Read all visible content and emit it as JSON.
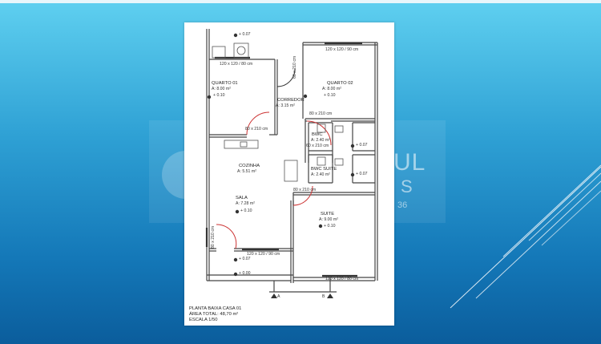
{
  "watermark": {
    "line1": "SUL",
    "line2": "S",
    "line3": "36"
  },
  "plan": {
    "rooms": {
      "quarto01": {
        "name": "QUARTO 01",
        "area": "A: 8.00 m²",
        "level": "+ 0.10"
      },
      "quarto02": {
        "name": "QUARTO 02",
        "area": "A: 8.00 m²",
        "level": "+ 0.10"
      },
      "corredor": {
        "name": "CORREDOR",
        "area": "A: 3.15 m²"
      },
      "bwc": {
        "name": "BWC",
        "area": "A: 2.40 m²",
        "level": "+ 0.07"
      },
      "bwcsuite": {
        "name": "BWC SUITE",
        "area": "A: 2.40 m²",
        "level": "+ 0.07"
      },
      "cozinha": {
        "name": "COZINHA",
        "area": "A: 5.51 m²"
      },
      "sala": {
        "name": "SALA",
        "area": "A: 7.28 m²",
        "level": "+ 0.10"
      },
      "suite": {
        "name": "SUITE",
        "area": "A: 9.00 m²",
        "level": "+ 0.10"
      }
    },
    "levels": {
      "top": "+ 0.07",
      "bottom1": "+ 0.07",
      "bottom2": "+ 0.00"
    },
    "openings": {
      "win_service": "120 x 120 / 80 cm",
      "win_q02": "120 x 120 / 90 cm",
      "win_sala": "120 x 120 / 90 cm",
      "win_suite": "120 x 120 / 80 cm",
      "door_q01": "80 x 210 cm",
      "door_q02": "80 x 210 cm",
      "door_bwc": "60 x 210 cm",
      "door_suite": "80 x 210 cm",
      "door_corr": "60 x 210 cm",
      "door_entry": "80 x 210 cm"
    },
    "section_a": "A",
    "section_b": "B",
    "footer": {
      "line1": "PLANTA BAIXA CASA 01",
      "line2": "ÁREA TOTAL: 48,70 m²",
      "line3": "ESCALA 1/50"
    }
  }
}
